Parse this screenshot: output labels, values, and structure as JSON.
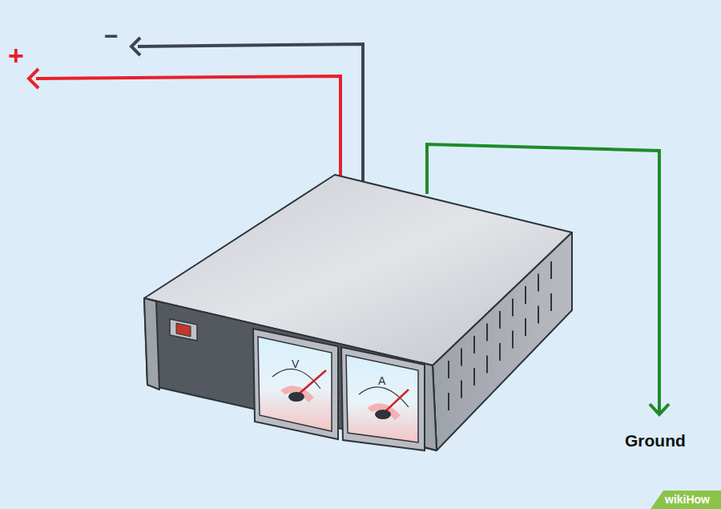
{
  "diagram": {
    "labels": [
      "−",
      "+",
      "Ground",
      "V",
      "A",
      "wikiHow"
    ]
  }
}
